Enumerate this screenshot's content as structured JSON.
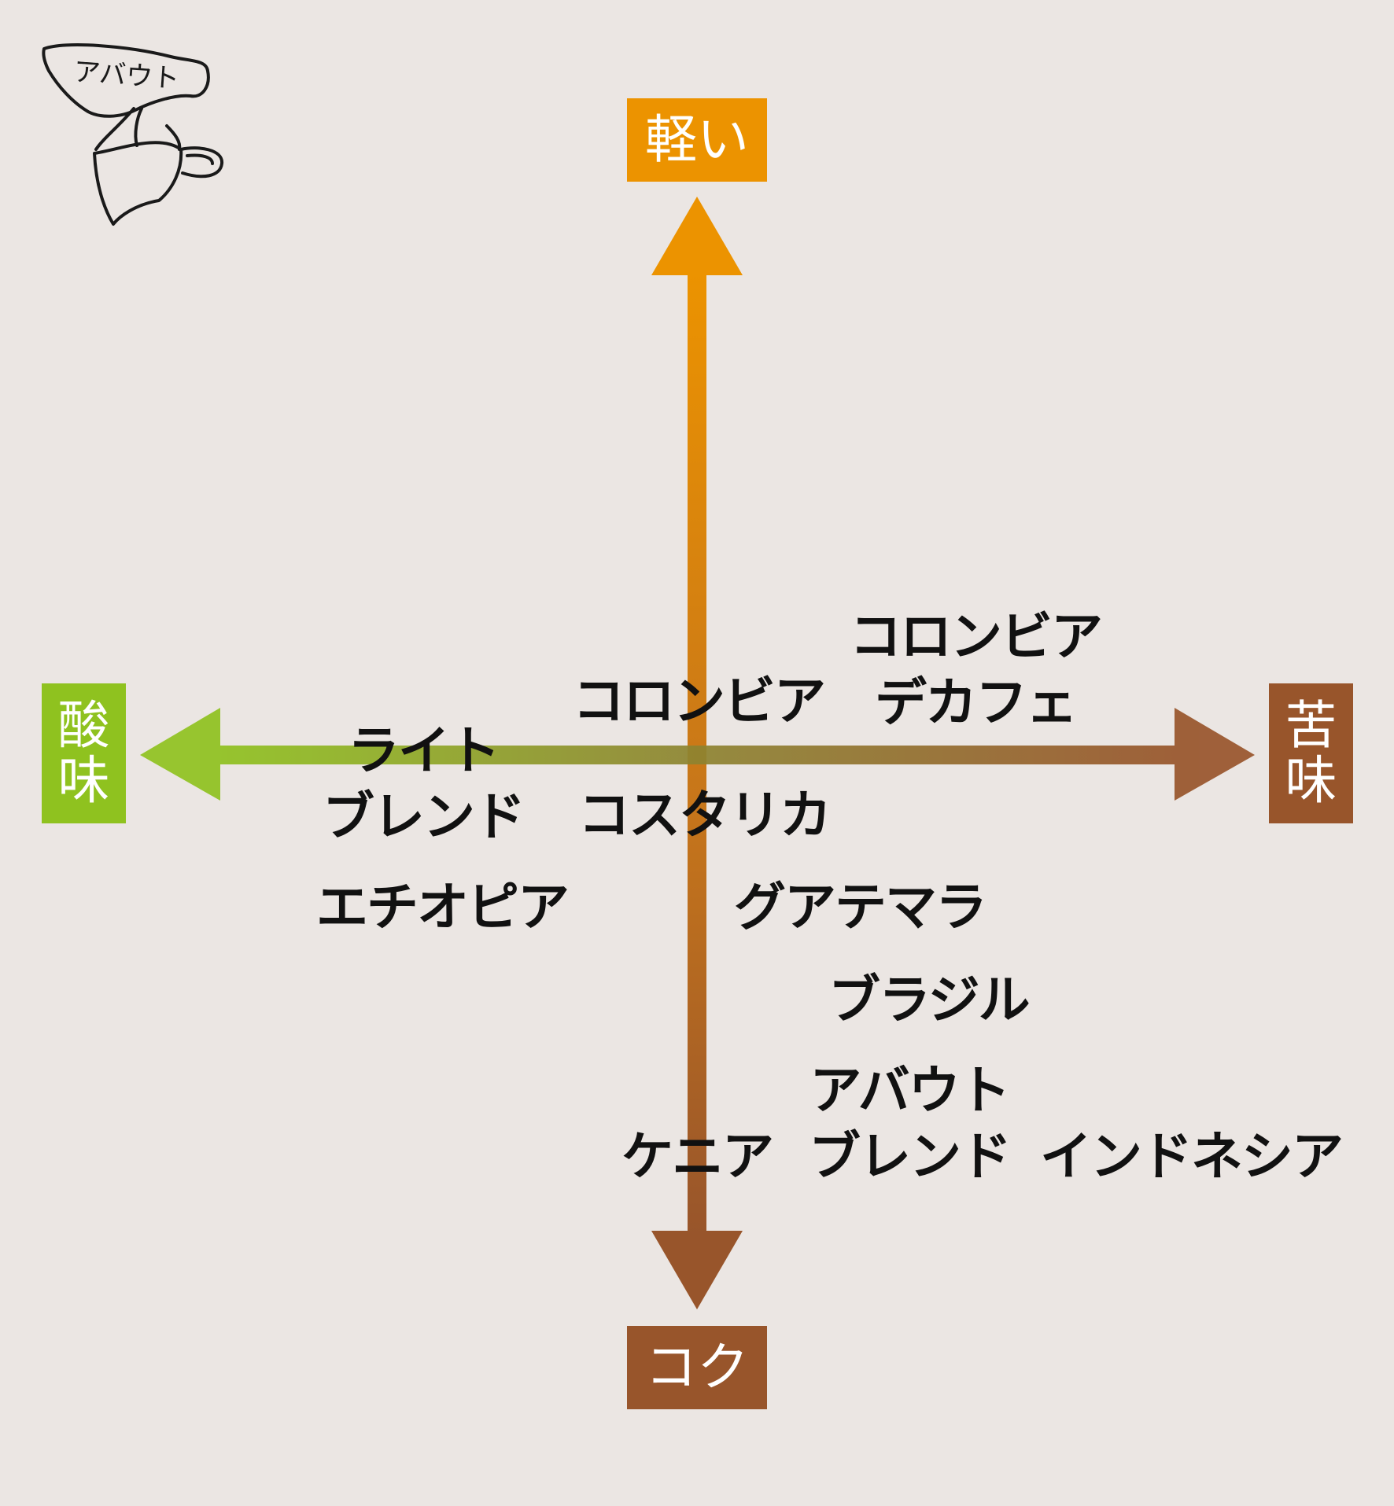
{
  "axes": {
    "top": "軽い",
    "bottom": "コク",
    "left": [
      "酸",
      "味"
    ],
    "right": [
      "苦",
      "味"
    ]
  },
  "colors": {
    "background": "#ebe6e3",
    "light": "#ec9300",
    "body": "#98552b",
    "acidity": "#8fc21f",
    "bitterness": "#98552b",
    "text": "#111111"
  },
  "logo": {
    "text": "アバウト",
    "icon": "coffee-cup-icon"
  },
  "beans": {
    "colombia_decaf": [
      "コロンビア",
      "デカフェ"
    ],
    "colombia": "コロンビア",
    "light_blend": [
      "ライト",
      "ブレンド"
    ],
    "costa_rica": "コスタリカ",
    "ethiopia": "エチオピア",
    "guatemala": "グアテマラ",
    "brazil": "ブラジル",
    "about_blend": [
      "アバウト",
      "ブレンド"
    ],
    "kenya": "ケニア",
    "indonesia": "インドネシア"
  }
}
